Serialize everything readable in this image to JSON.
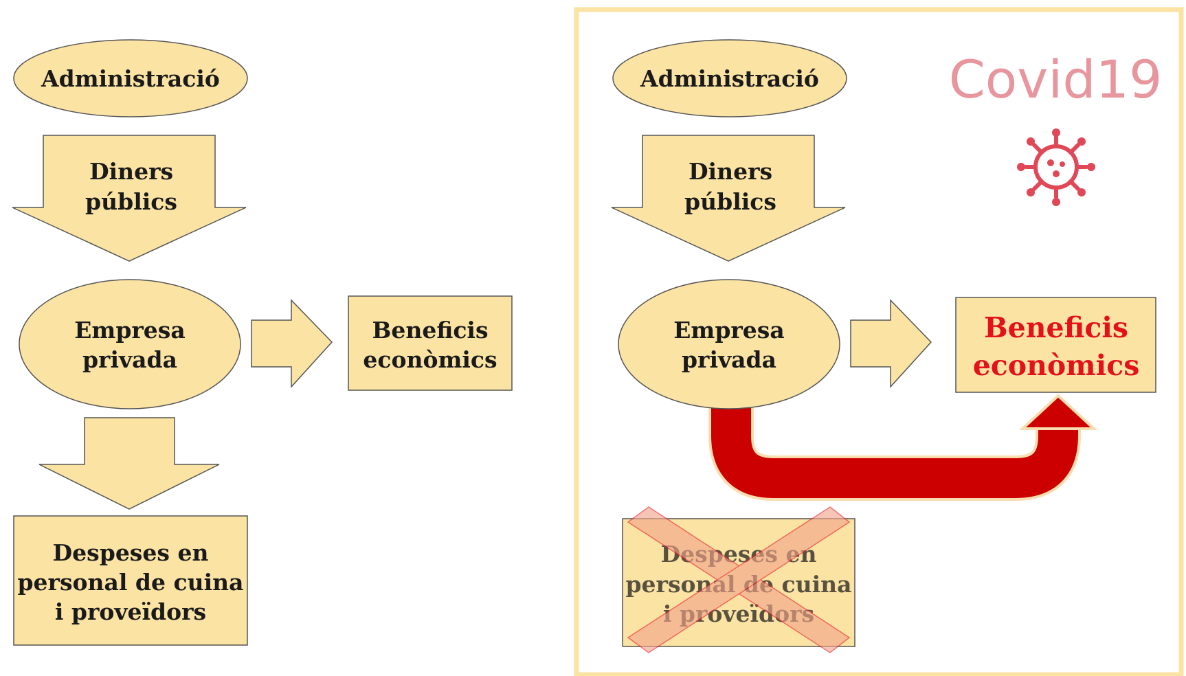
{
  "colors": {
    "shape_fill": "#fbe3a4",
    "shape_stroke": "#555555",
    "frame_border": "#fbe3a4",
    "highlight_red": "#e3121a",
    "curved_arrow": "#cc0000",
    "cross_fill": "#f2a38a",
    "covid_text": "#e8969d",
    "virus_icon": "#e04857"
  },
  "left_panel": {
    "administracio": "Administració",
    "diners_line1": "Diners",
    "diners_line2": "públics",
    "empresa_line1": "Empresa",
    "empresa_line2": "privada",
    "beneficis_line1": "Beneficis",
    "beneficis_line2": "econòmics",
    "despeses_line1": "Despeses en",
    "despeses_line2": "personal de cuina",
    "despeses_line3": "i proveïdors"
  },
  "right_panel": {
    "covid_title": "Covid19",
    "virus_icon": "virus-icon",
    "administracio": "Administració",
    "diners_line1": "Diners",
    "diners_line2": "públics",
    "empresa_line1": "Empresa",
    "empresa_line2": "privada",
    "beneficis_line1": "Beneficis",
    "beneficis_line2": "econòmics",
    "despeses_line1": "Despeses en",
    "despeses_line2": "personal de cuina",
    "despeses_line3": "i proveïdors",
    "cross_icon": "cross-out-icon",
    "curved_arrow_icon": "curved-arrow-icon"
  }
}
